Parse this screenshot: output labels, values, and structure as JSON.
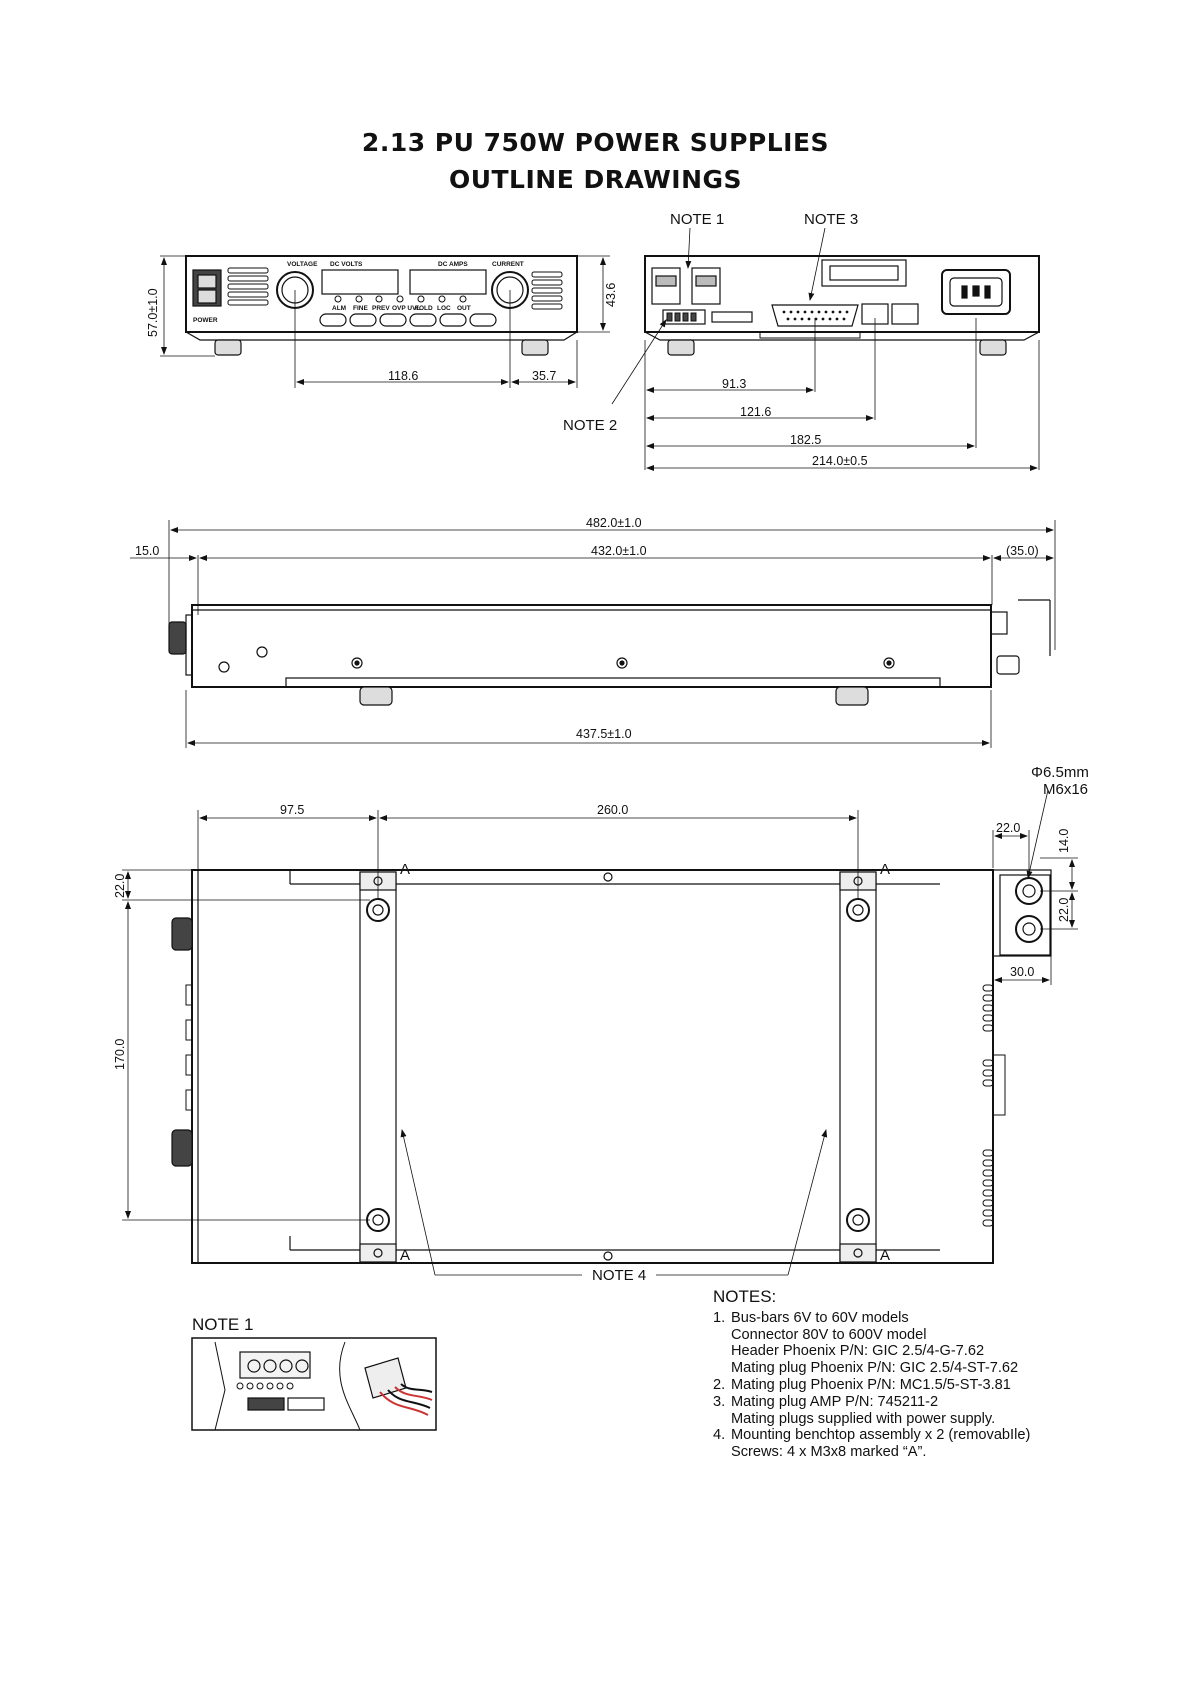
{
  "header": {
    "title": "2.13 PU 750W  POWER SUPPLIES",
    "subtitle": "OUTLINE DRAWINGS"
  },
  "front_view": {
    "panel_labels": {
      "voltage": "VOLTAGE",
      "current": "CURRENT",
      "power": "POWER",
      "dc_volts": "DC VOLTS",
      "dc_amps": "DC AMPS",
      "leds": [
        "ALM",
        "FINE",
        "PREV",
        "OVP UVL",
        "FOLD",
        "LOC",
        "OUT"
      ]
    },
    "dimensions": {
      "height_left": "57.0±1.0",
      "height_right": "43.6",
      "knob_spacing": "118.6",
      "knob_to_edge": "35.7"
    }
  },
  "rear_view": {
    "callouts": {
      "note1": "NOTE 1",
      "note2": "NOTE 2",
      "note3": "NOTE 3"
    },
    "dimensions": [
      "91.3",
      "121.6",
      "182.5",
      "214.0±0.5"
    ]
  },
  "side_view": {
    "dimensions": {
      "overall": "482.0±1.0",
      "front_offset": "15.0",
      "body": "432.0±1.0",
      "rear_offset": "(35.0)",
      "bottom": "437.5±1.0"
    }
  },
  "top_view": {
    "labels": {
      "hole": "Φ6.5mm",
      "thread": "M6x16",
      "marker": "A",
      "note4": "NOTE 4"
    },
    "dimensions": {
      "left_offset": "97.5",
      "spacing": "260.0",
      "top_offset": "22.0",
      "depth": "170.0",
      "busbar_x": "22.0",
      "busbar_top": "14.0",
      "busbar_pitch": "22.0",
      "busbar_width": "30.0"
    }
  },
  "note1_detail": {
    "title": "NOTE 1"
  },
  "notes": {
    "heading": "NOTES:",
    "items": [
      {
        "num": "1.",
        "lines": [
          "Bus-bars 6V to 60V models",
          "Connector 80V to 600V model",
          "Header Phoenix P/N: GIC 2.5/4-G-7.62",
          "Mating plug Phoenix P/N: GIC 2.5/4-ST-7.62"
        ]
      },
      {
        "num": "2.",
        "lines": [
          "Mating plug Phoenix P/N: MC1.5/5-ST-3.81"
        ]
      },
      {
        "num": "3.",
        "lines": [
          "Mating plug AMP P/N: 745211-2",
          "Mating plugs supplied with power supply."
        ]
      },
      {
        "num": "4.",
        "lines": [
          "Mounting benchtop assembly x 2 (removabIle)",
          "Screws: 4 x  M3x8 marked “A”."
        ]
      }
    ]
  }
}
